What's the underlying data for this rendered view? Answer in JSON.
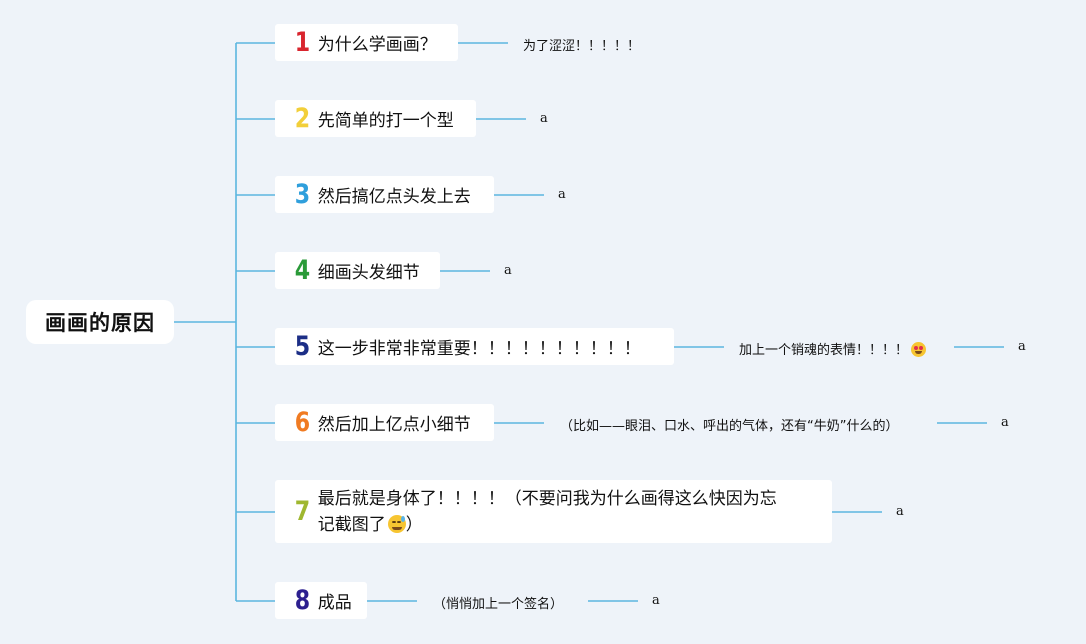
{
  "root": {
    "label": "画画的原因"
  },
  "topics": [
    {
      "number": "1",
      "label": "为什么学画画？",
      "color": "#d9252e",
      "sub": "为了涩涩！！！！！",
      "leaf": ""
    },
    {
      "number": "2",
      "label": "先简单的打一个型",
      "color": "#f2cf3a",
      "sub": "",
      "leaf": "a"
    },
    {
      "number": "3",
      "label": "然后搞亿点头发上去",
      "color": "#2f9fdc",
      "sub": "",
      "leaf": "a"
    },
    {
      "number": "4",
      "label": "细画头发细节",
      "color": "#2a9a38",
      "sub": "",
      "leaf": "a"
    },
    {
      "number": "5",
      "label": "这一步非常非常重要！！！！！！！！！！",
      "color": "#1c2e86",
      "sub": "加上一个销魂的表情！！！！",
      "sub_icon": "heart-eyes-emoji",
      "leaf": "a"
    },
    {
      "number": "6",
      "label": "然后加上亿点小细节",
      "color": "#f07b22",
      "sub": "（比如——眼泪、口水、呼出的气体，还有“牛奶”什么的）",
      "leaf": "a"
    },
    {
      "number": "7",
      "label_line1": "最后就是身体了！！！！（不要问我为什么画得这么快因为忘",
      "label_line2": "记截图了",
      "label_line2_suffix": "）",
      "label_icon": "grinning-sweat-emoji",
      "color": "#9fb72f",
      "sub": "",
      "leaf": "a"
    },
    {
      "number": "8",
      "label": "成品",
      "color": "#2c1f8f",
      "sub": "（悄悄加上一个签名）",
      "leaf": "a"
    }
  ],
  "colors": {
    "connector": "#5bb6df",
    "background": "#eef3f9",
    "node": "#ffffff"
  }
}
